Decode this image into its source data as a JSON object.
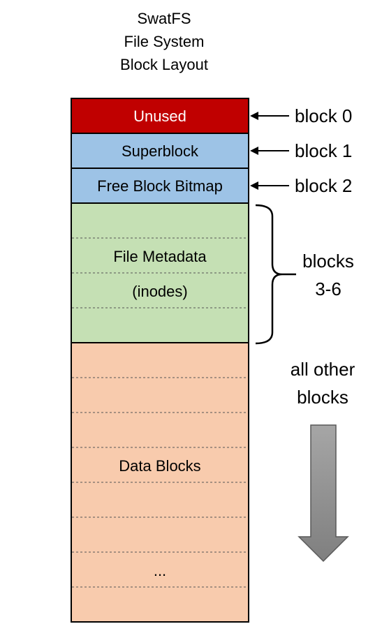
{
  "title_lines": [
    "SwatFS",
    "File System",
    "Block Layout"
  ],
  "colors": {
    "unused": "#c00000",
    "superblock": "#9dc3e6",
    "bitmap": "#9dc3e6",
    "metadata": "#c5e0b4",
    "data": "#f8cbad",
    "outline": "#000000",
    "unused_text": "#ffffff",
    "arrow_light": "#a6a6a6",
    "arrow_dark": "#7f7f7f"
  },
  "blocks": {
    "unused": "Unused",
    "superblock": "Superblock",
    "bitmap": "Free Block Bitmap",
    "metadata_line1": "File Metadata",
    "metadata_line2": "(inodes)",
    "data": "Data Blocks",
    "ellipsis": "..."
  },
  "labels": {
    "block0": "block 0",
    "block1": "block 1",
    "block2": "block 2",
    "blocks36_line1": "blocks",
    "blocks36_line2": "3-6",
    "other_line1": "all other",
    "other_line2": "blocks"
  }
}
